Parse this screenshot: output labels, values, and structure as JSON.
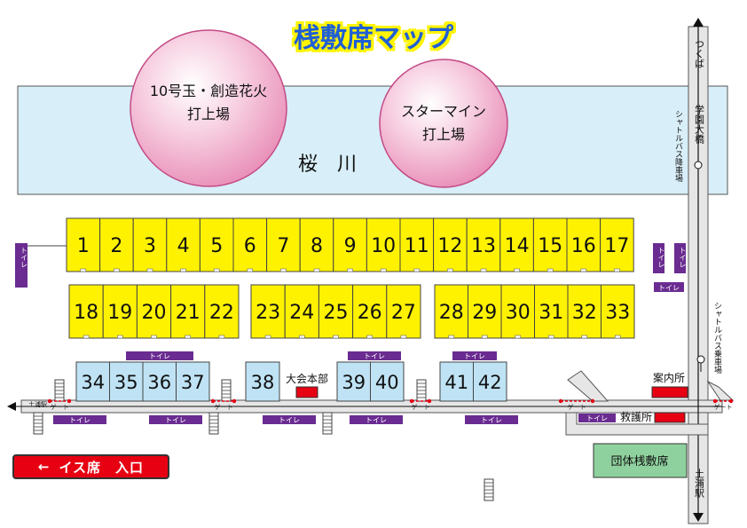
{
  "title": "桟敷席マップ",
  "river": {
    "label": "桜　川"
  },
  "launch_sites": [
    {
      "line1": "10号玉・創造花火",
      "line2": "打上場"
    },
    {
      "line1": "スターマイン",
      "line2": "打上場"
    }
  ],
  "directions": {
    "north": "つくば",
    "south": "土浦駅",
    "west": "土浦駅"
  },
  "bridge": "学園大橋",
  "shuttle_dropoff": "シャトルバス降車場",
  "shuttle_pickup": "シャトルバス乗車場",
  "facilities": {
    "headquarters": "大会本部",
    "information": "案内所",
    "first_aid": "救護所",
    "group_seats": "団体桟敷席",
    "toilet": "トイレ",
    "gate": "ゲート"
  },
  "entrance_label": "イス席　入口",
  "seats": {
    "row1": [
      "1",
      "2",
      "3",
      "4",
      "5",
      "6",
      "7",
      "8",
      "9",
      "10",
      "11",
      "12",
      "13",
      "14",
      "15",
      "16",
      "17"
    ],
    "row2a": [
      "18",
      "19",
      "20",
      "21",
      "22"
    ],
    "row2b": [
      "23",
      "24",
      "25",
      "26",
      "27"
    ],
    "row2c": [
      "28",
      "29",
      "30",
      "31",
      "32",
      "33"
    ],
    "group1": [
      "34",
      "35",
      "36",
      "37"
    ],
    "group2": [
      "38"
    ],
    "group3": [
      "39",
      "40"
    ],
    "group4": [
      "41",
      "42"
    ]
  },
  "colors": {
    "yellow_seat": "#fff200",
    "blue_seat": "#bfe3f5",
    "river": "#d8eef8",
    "launch_circle": "#f2b6d2",
    "toilet": "#6a2c91",
    "red": "#e60012",
    "group_area": "#8fd19e",
    "road": "#e6e6e6",
    "title_text": "#1f5fd6",
    "title_outline": "#fff500"
  }
}
